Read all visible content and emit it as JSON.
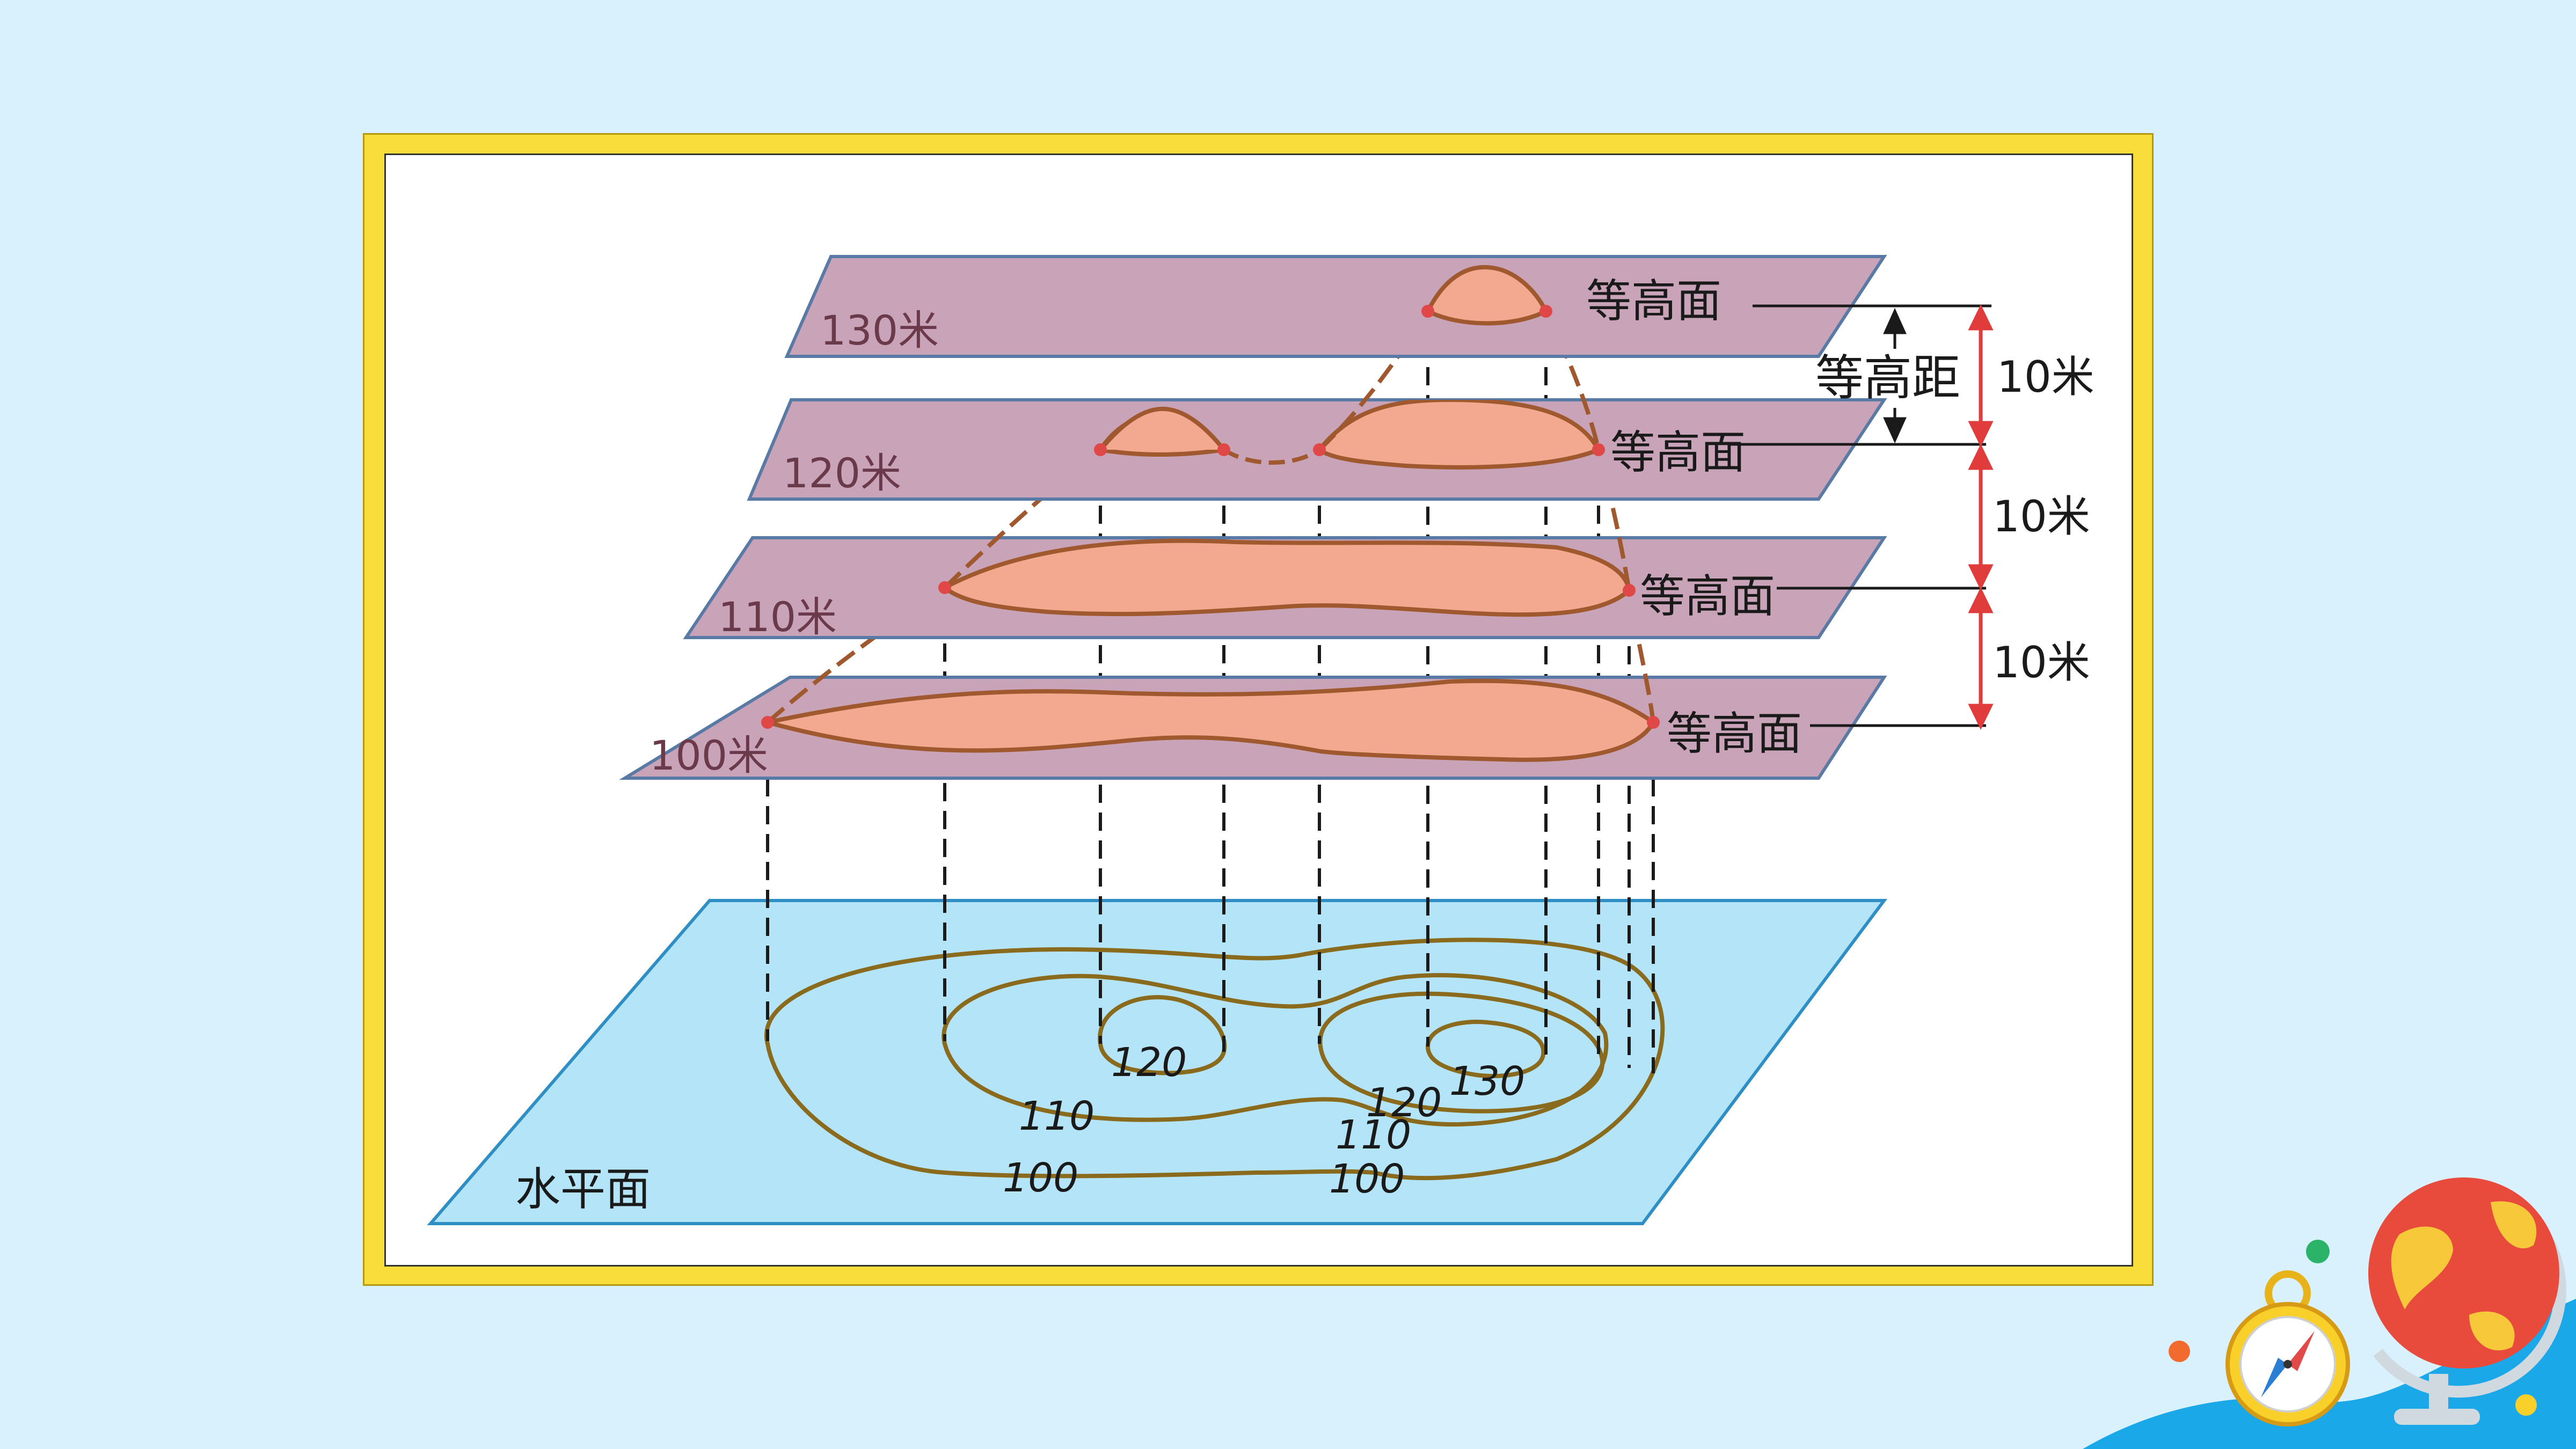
{
  "colors": {
    "page_background": "#d9f1fc",
    "frame_yellow": "#f9de3b",
    "plane_fill": "#c9a4b8",
    "plane_edge": "#5a7aa6",
    "mountain_fill": "#f2a98f",
    "mountain_line": "#a0582e",
    "contour_line": "#8a6a1c",
    "water_fill": "#b4e4f8",
    "water_edge": "#2f8fc4",
    "arrow_red": "#e03c3c"
  },
  "diagram": {
    "planes": [
      {
        "elevation_label": "130米",
        "surface_label": "等高面"
      },
      {
        "elevation_label": "120米",
        "surface_label": "等高面"
      },
      {
        "elevation_label": "110米",
        "surface_label": "等高面"
      },
      {
        "elevation_label": "100米",
        "surface_label": "等高面"
      }
    ],
    "interval_label": "等高距",
    "interval_values": [
      "10米",
      "10米",
      "10米"
    ],
    "base_plane_label": "水平面",
    "contour_labels": [
      "120",
      "130",
      "110",
      "120",
      "110",
      "100",
      "100"
    ]
  },
  "decor_icons": [
    "compass-icon",
    "globe-icon"
  ]
}
